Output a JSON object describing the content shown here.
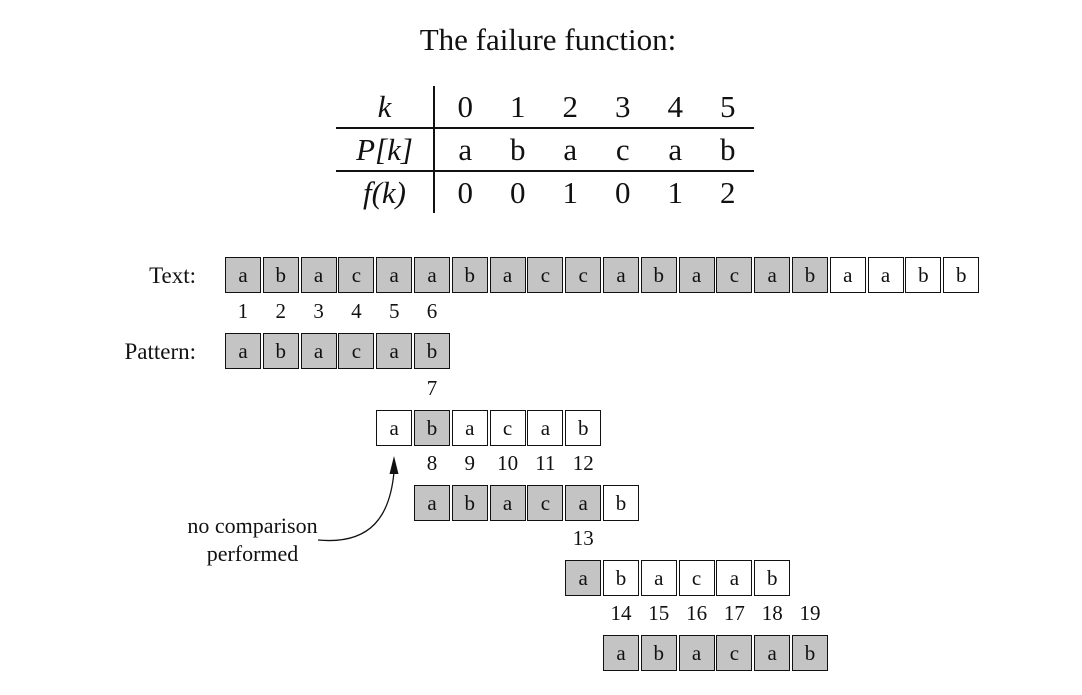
{
  "title": "The failure function:",
  "failure_table": {
    "row_labels": [
      "k",
      "P[k]",
      "f(k)"
    ],
    "k": [
      "0",
      "1",
      "2",
      "3",
      "4",
      "5"
    ],
    "P": [
      "a",
      "b",
      "a",
      "c",
      "a",
      "b"
    ],
    "f": [
      "0",
      "0",
      "1",
      "0",
      "1",
      "2"
    ]
  },
  "labels": {
    "text": "Text:",
    "pattern": "Pattern:"
  },
  "text_chars": [
    "a",
    "b",
    "a",
    "c",
    "a",
    "a",
    "b",
    "a",
    "c",
    "c",
    "a",
    "b",
    "a",
    "c",
    "a",
    "b",
    "a",
    "a",
    "b",
    "b"
  ],
  "text_shaded": [
    1,
    1,
    1,
    1,
    1,
    1,
    1,
    1,
    1,
    1,
    1,
    1,
    1,
    1,
    1,
    1,
    0,
    0,
    0,
    0
  ],
  "pattern_rows": [
    {
      "offset": 0,
      "chars": [
        "a",
        "b",
        "a",
        "c",
        "a",
        "b"
      ],
      "shaded": [
        1,
        1,
        1,
        1,
        1,
        1
      ],
      "numbers": [
        "1",
        "2",
        "3",
        "4",
        "5",
        "6"
      ]
    },
    {
      "offset": 4,
      "chars": [
        "a",
        "b",
        "a",
        "c",
        "a",
        "b"
      ],
      "shaded": [
        0,
        1,
        0,
        0,
        0,
        0
      ],
      "numbers": [
        "",
        "7",
        "",
        "",
        "",
        ""
      ]
    },
    {
      "offset": 5,
      "chars": [
        "a",
        "b",
        "a",
        "c",
        "a",
        "b"
      ],
      "shaded": [
        1,
        1,
        1,
        1,
        1,
        0
      ],
      "numbers": [
        "8",
        "9",
        "10",
        "11",
        "12",
        ""
      ]
    },
    {
      "offset": 9,
      "chars": [
        "a",
        "b",
        "a",
        "c",
        "a",
        "b"
      ],
      "shaded": [
        1,
        0,
        0,
        0,
        0,
        0
      ],
      "numbers": [
        "13",
        "",
        "",
        "",
        "",
        ""
      ]
    },
    {
      "offset": 10,
      "chars": [
        "a",
        "b",
        "a",
        "c",
        "a",
        "b"
      ],
      "shaded": [
        1,
        1,
        1,
        1,
        1,
        1
      ],
      "numbers": [
        "14",
        "15",
        "16",
        "17",
        "18",
        "19"
      ]
    }
  ],
  "annotation": {
    "line1": "no comparison",
    "line2": "performed"
  },
  "colors": {
    "shaded": "#c4c4c4",
    "unshaded": "#ffffff",
    "stroke": "#111111"
  }
}
